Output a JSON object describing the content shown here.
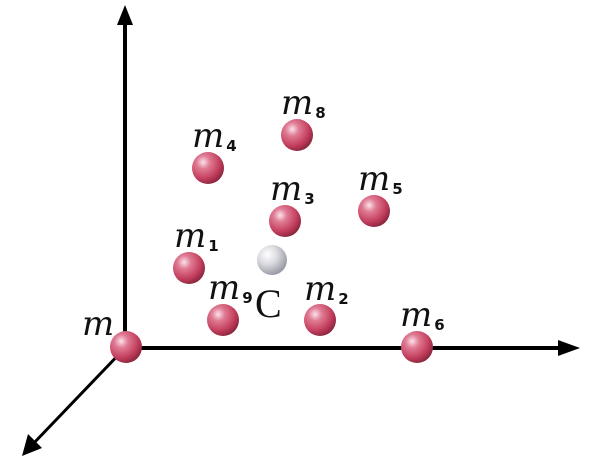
{
  "diagram": {
    "axis_color": "#000000",
    "mass_color": "#d4516f",
    "center_color": "#d8d8dc",
    "mass_symbol": "m",
    "center_label": "C",
    "masses": [
      {
        "id": "origin",
        "sub": ""
      },
      {
        "id": "m1",
        "sub": "1"
      },
      {
        "id": "m2",
        "sub": "2"
      },
      {
        "id": "m3",
        "sub": "3"
      },
      {
        "id": "m4",
        "sub": "4"
      },
      {
        "id": "m5",
        "sub": "5"
      },
      {
        "id": "m6",
        "sub": "6"
      },
      {
        "id": "m8",
        "sub": "8"
      },
      {
        "id": "m9",
        "sub": "9"
      }
    ]
  }
}
